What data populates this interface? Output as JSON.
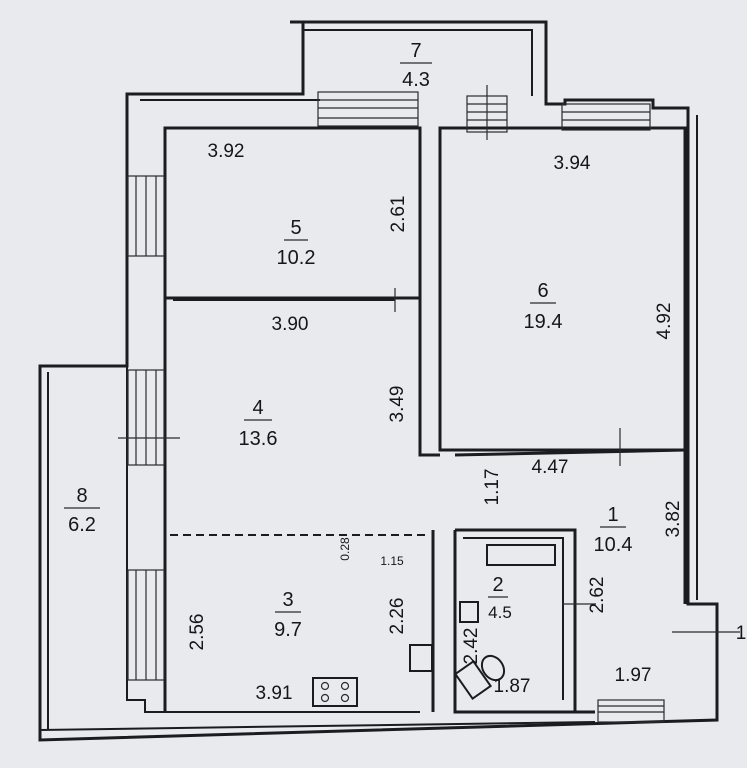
{
  "rooms": [
    {
      "id": "1",
      "number": "1",
      "area": "10.4"
    },
    {
      "id": "2",
      "number": "2",
      "area": "4.5"
    },
    {
      "id": "3",
      "number": "3",
      "area": "9.7"
    },
    {
      "id": "4",
      "number": "4",
      "area": "13.6"
    },
    {
      "id": "5",
      "number": "5",
      "area": "10.2"
    },
    {
      "id": "6",
      "number": "6",
      "area": "19.4"
    },
    {
      "id": "7",
      "number": "7",
      "area": "4.3"
    },
    {
      "id": "8",
      "number": "8",
      "area": "6.2"
    }
  ],
  "dimensions": {
    "room5_width": "3.92",
    "room5_height": "2.61",
    "room6_width": "3.94",
    "room6_height": "4.92",
    "room4_width": "3.90",
    "room4_height": "3.49",
    "room1_width": "4.47",
    "room1_height": "3.82",
    "corridor": "1.17",
    "room3_width": "3.91",
    "room3_left": "2.56",
    "room3_right": "2.26",
    "step_height": "0.28",
    "step_width": "1.15",
    "room2_height": "2.42",
    "room2_width": "1.87",
    "room1_lower": "2.62",
    "room1_bottom": "1.97",
    "edge_label": "1"
  }
}
